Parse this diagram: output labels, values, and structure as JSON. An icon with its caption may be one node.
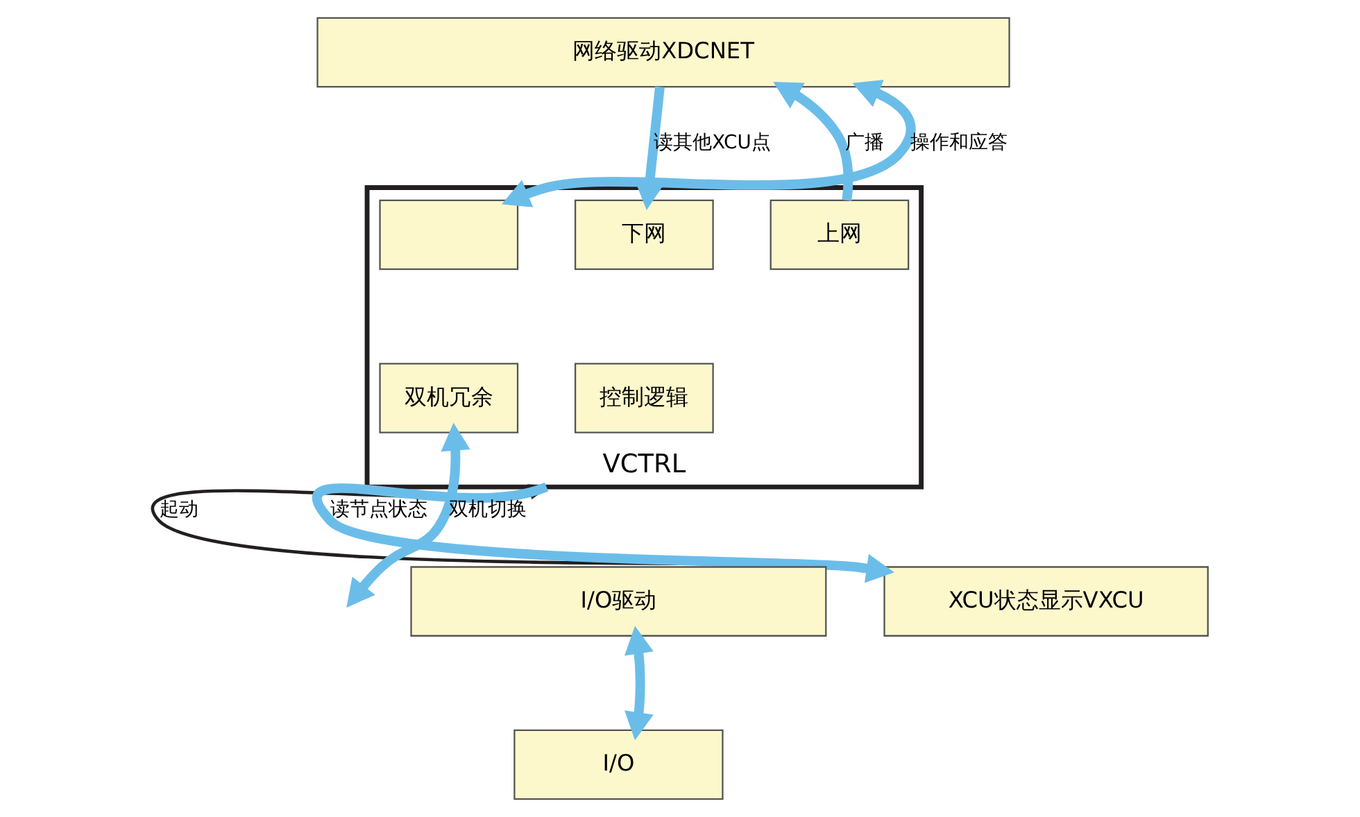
{
  "diagram": {
    "nodes": [
      {
        "text": [
          "网络驱动XDCNET"
        ]
      },
      {
        "text": [
          "VCTRL"
        ]
      },
      {
        "text": [
          "下网"
        ],
        "in": 1
      },
      {
        "text": [
          "上网"
        ],
        "in": 1
      },
      {
        "text": [],
        "shape": "box",
        "in": 1
      },
      {
        "text": [
          "控制逻辑"
        ],
        "in": 1
      },
      {
        "text": [
          "双机冗余"
        ],
        "in": 1
      },
      {
        "text": [
          "XCU状态显示VXCU"
        ]
      },
      {
        "text": [
          "I/O驱动"
        ]
      },
      {
        "text": [
          "I/O"
        ]
      }
    ],
    "edges": [
      {
        "from": 0,
        "to": 2,
        "arrow": "to",
        "label": "读其他XCU点"
      },
      {
        "from": 3,
        "to": 0,
        "arrow": "to",
        "label": "广播"
      },
      {
        "from": 4,
        "to": 0,
        "arrow": "both",
        "label": "操作和应答"
      },
      {
        "from": 7,
        "to": 1,
        "arrow": "to",
        "label": "起动",
        "color": "#231f20"
      },
      {
        "from": 1,
        "to": 7,
        "arrow": "to",
        "label": "读节点状态"
      },
      {
        "from": 6,
        "to": null,
        "arrow": "both",
        "label": "双机切换"
      },
      {
        "from": 8,
        "to": 9,
        "arrow": "both"
      }
    ]
  }
}
